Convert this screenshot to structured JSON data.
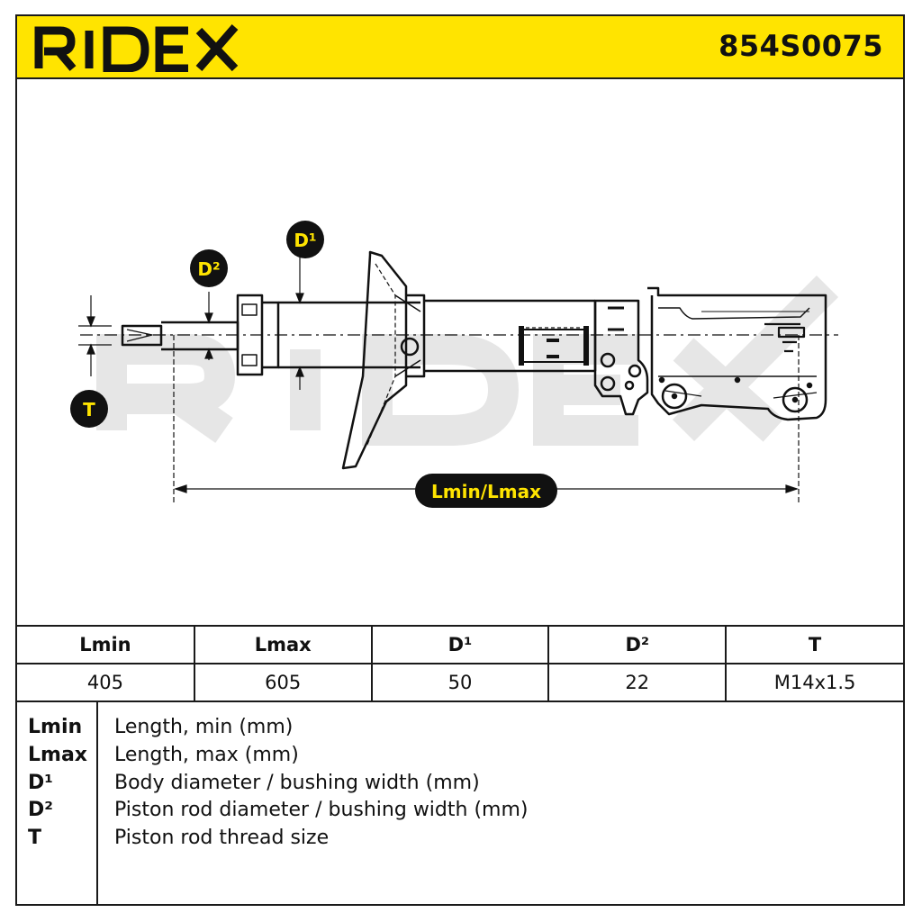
{
  "header": {
    "brand": "RIDEX",
    "part_number": "854S0075",
    "background_color": "#ffe400"
  },
  "drawing": {
    "labels": {
      "d1": "D¹",
      "d2": "D²",
      "t": "T",
      "length": "Lmin/Lmax"
    },
    "badge_color": "#111111",
    "badge_text_color": "#ffe400"
  },
  "spec_table": {
    "headers": [
      "Lmin",
      "Lmax",
      "D¹",
      "D²",
      "T"
    ],
    "values": [
      "405",
      "605",
      "50",
      "22",
      "M14x1.5"
    ]
  },
  "legend": [
    {
      "key": "Lmin",
      "desc": "Length, min (mm)"
    },
    {
      "key": "Lmax",
      "desc": "Length, max (mm)"
    },
    {
      "key": "D¹",
      "desc": "Body diameter / bushing width (mm)"
    },
    {
      "key": "D²",
      "desc": "Piston rod diameter / bushing width (mm)"
    },
    {
      "key": "T",
      "desc": "Piston rod thread size"
    }
  ]
}
